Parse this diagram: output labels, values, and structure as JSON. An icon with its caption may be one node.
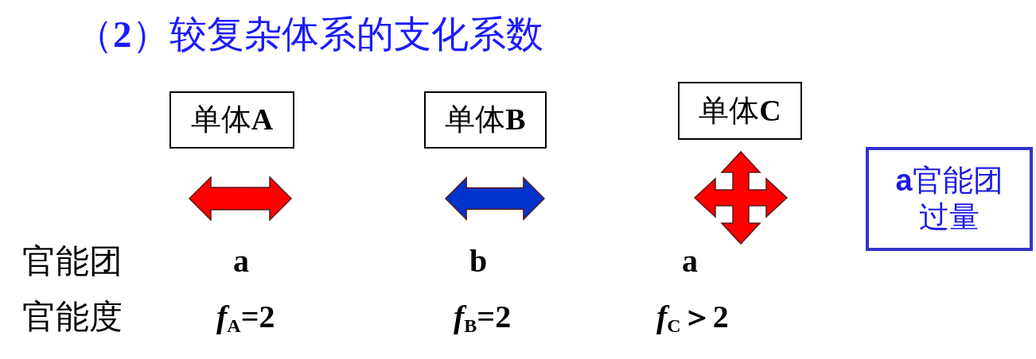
{
  "diagram": {
    "title": "（**2**）较复杂体系的支化系数",
    "nodes": [
      {
        "text": [
          "单体**A**"
        ]
      },
      {
        "text": [
          "单体**B**"
        ]
      },
      {
        "text": [
          "单体**C**"
        ]
      },
      {
        "text": [
          "**a**官能团过量"
        ]
      }
    ],
    "labels": [
      "官能团",
      "a",
      "b",
      "a",
      "官能度",
      "*f*$_{A}$=2",
      "*f*$_{B}$=2",
      "*f*$_{C}$＞2"
    ]
  }
}
